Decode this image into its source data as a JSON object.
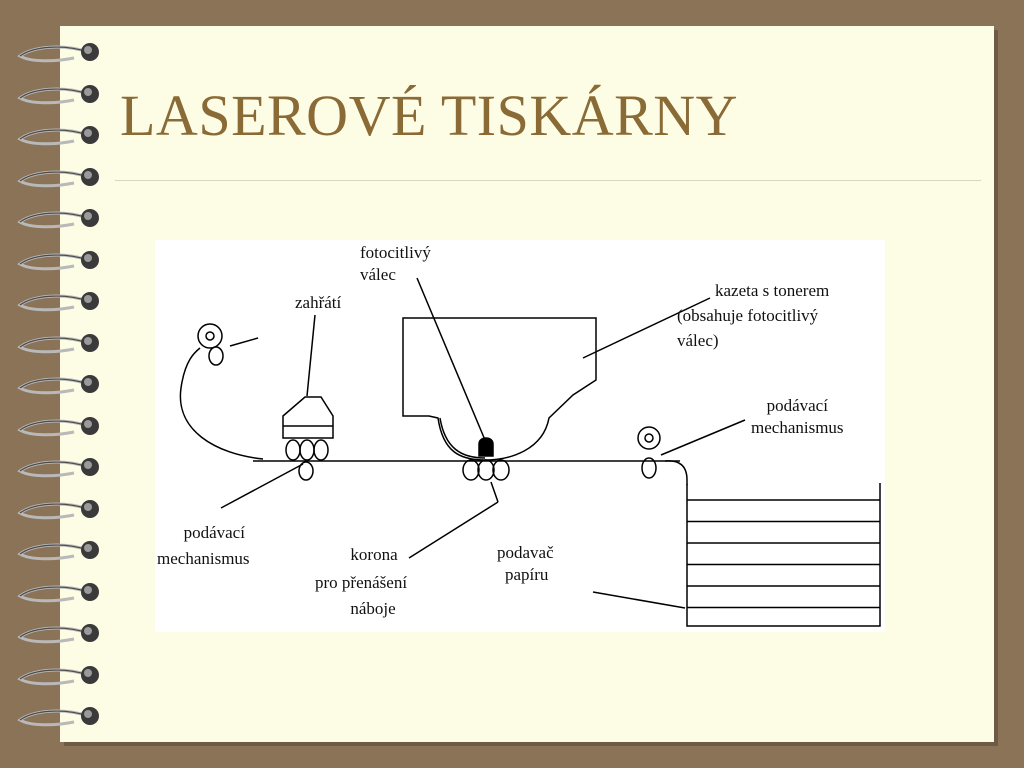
{
  "slide": {
    "title": "LASEROVÉ TISKÁRNY"
  },
  "diagram": {
    "labels": {
      "photo_drum": [
        "fotocitlivý",
        "válec"
      ],
      "heating": "zahřátí",
      "cartridge": [
        "kazeta s tonerem",
        "(obsahuje fotocitlivý",
        "válec)"
      ],
      "feed_right": [
        "podávací",
        "mechanismus"
      ],
      "feed_left": [
        "podávací",
        "mechanismus"
      ],
      "corona": [
        "korona",
        "pro přenášení",
        "náboje"
      ],
      "paper_feeder": [
        "podavač",
        "papíru"
      ]
    }
  },
  "colors": {
    "background": "#8b7358",
    "page": "#fdfce4",
    "title": "#8a6a35"
  }
}
